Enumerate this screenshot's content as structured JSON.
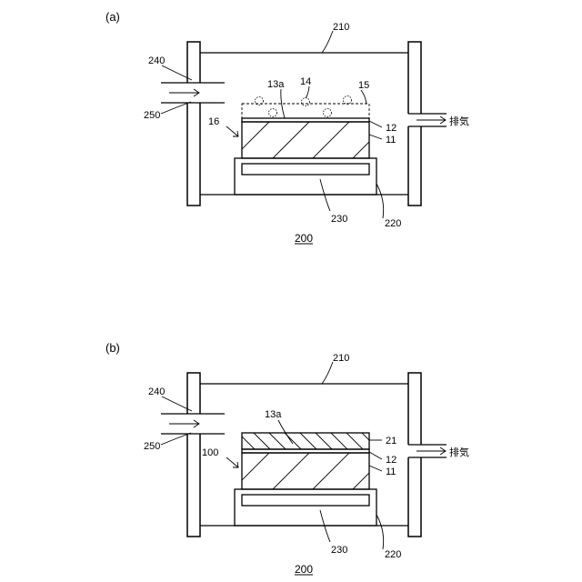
{
  "panel_a": {
    "label": "(a)",
    "chamber": "210",
    "gas_pipe": "240",
    "gas_flow": "250",
    "particles_14": "14",
    "layer_13a": "13a",
    "boundary_15": "15",
    "component_16": "16",
    "layer_12": "12",
    "layer_11": "11",
    "exhaust": "排気",
    "heater": "230",
    "stage": "220",
    "figure_number": "200"
  },
  "panel_b": {
    "label": "(b)",
    "chamber": "210",
    "gas_pipe": "240",
    "gas_flow": "250",
    "layer_13a": "13a",
    "layer_21": "21",
    "component_100": "100",
    "layer_12": "12",
    "layer_11": "11",
    "exhaust": "排気",
    "heater": "230",
    "stage": "220",
    "figure_number": "200"
  }
}
